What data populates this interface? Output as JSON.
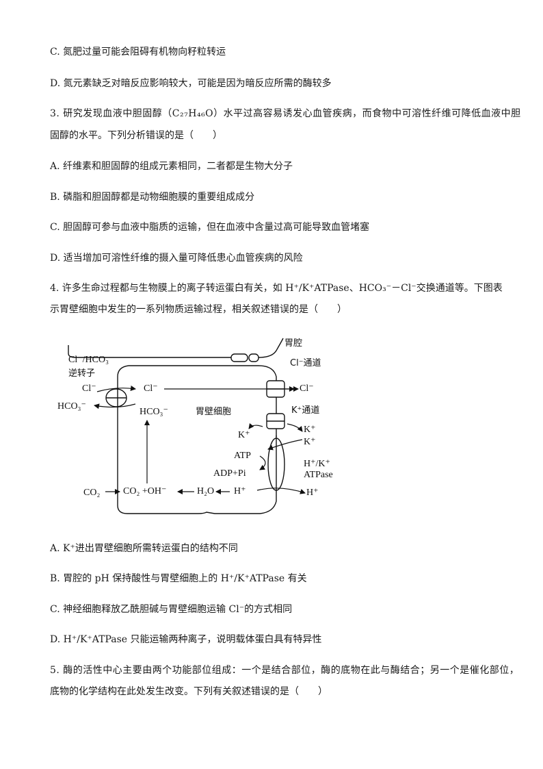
{
  "lines": {
    "l1": "C. 氮肥过量可能会阻碍有机物向籽粒转运",
    "l2": "D. 氮元素缺乏对暗反应影响较大，可能是因为暗反应所需的酶较多",
    "q3a": "3. 研究发现血液中胆固醇（C₂₇H₄₆O）水平过高容易诱发心血管疾病，而食物中可溶性纤维可降低血液中胆",
    "q3b": "固醇的水平。下列分析错误的是（　　）",
    "q3A": "A. 纤维素和胆固醇的组成元素相同，二者都是生物大分子",
    "q3B": "B. 磷脂和胆固醇都是动物细胞膜的重要组成成分",
    "q3C": "C. 胆固醇可参与血液中脂质的运输，但在血液中含量过高可能导致血管堵塞",
    "q3D": "D. 适当增加可溶性纤维的摄入量可降低患心血管疾病的风险",
    "q4a": "4. 许多生命过程都与生物膜上的离子转运蛋白有关，如 H⁺/K⁺ATPase、HCO₃⁻－Cl⁻交换通道等。下图表",
    "q4b": "示胃壁细胞中发生的一系列物质运输过程，相关叙述错误的是（　　）",
    "q4A": "A. K⁺进出胃壁细胞所需转运蛋白的结构不同",
    "q4B": "B. 胃腔的 pH 保持酸性与胃壁细胞上的 H⁺/K⁺ATPase 有关",
    "q4C": "C. 神经细胞释放乙酰胆碱与胃壁细胞运输 Cl⁻的方式相同",
    "q4D": "D. H⁺/K⁺ATPase 只能运输两种离子，说明载体蛋白具有特异性",
    "q5a": "5. 酶的活性中心主要由两个功能部位组成：一个是结合部位，酶的底物在此与酶结合；另一个是催化部位，",
    "q5b": "底物的化学结构在此处发生改变。下列有关叙述错误的是（　　）"
  },
  "diagram": {
    "stomach_lumen": "胃腔",
    "antiporter_ions": "Cl⁻/HCO₃⁻",
    "antiporter": "逆转子",
    "cl_left": "Cl⁻",
    "hco3_left": "HCO₃⁻",
    "cl_inner": "Cl⁻",
    "hco3_inner": "HCO₃⁻",
    "cell_name": "胃壁细胞",
    "cl_channel": "Cl⁻通道",
    "cl_out": "Cl⁻",
    "k_channel": "K⁺通道",
    "k_in": "K⁺",
    "k_out1": "K⁺",
    "k_out2": "K⁺",
    "atp": "ATP",
    "adp": "ADP+Pi",
    "pump": "H⁺/K⁺",
    "pump2": "ATPase",
    "h_out": "H⁺",
    "co2_left": "CO₂",
    "co2_oh": "CO₂ +OH⁻",
    "h2o": "H₂O",
    "h_in": "H⁺"
  }
}
